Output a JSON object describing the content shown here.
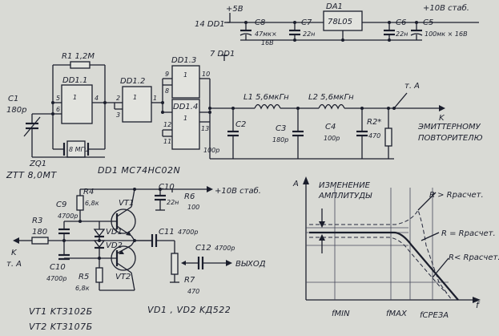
{
  "power": {
    "plus5": "+5B",
    "ref_14": "14 DD1",
    "c8": "C8",
    "c8_val": "47мк×",
    "c8_v": "16B",
    "c7": "C7",
    "c7_val": "22н",
    "da1": "DA1",
    "reg": "78L05",
    "out": "+10B стаб.",
    "c6": "C6",
    "c6_val": "22н",
    "c5": "C5",
    "c5_val": "100мк × 16B",
    "ref_7": "7 DD1"
  },
  "osc": {
    "r1": "R1 1,2M",
    "dd11": "DD1.1",
    "dd12": "DD1.2",
    "dd13": "DD1.3",
    "dd14": "DD1.4",
    "c1": "C1",
    "c1_val": "180p",
    "zq1": "ZQ1",
    "xtal": "8 МГц",
    "xtal_type": "ZTT 8,0MT",
    "dd1_type": "DD1 MC74HC02N",
    "one": "1",
    "pins": [
      "5",
      "6",
      "4",
      "2",
      "3",
      "1",
      "9",
      "8",
      "10",
      "12",
      "11",
      "13"
    ]
  },
  "filter": {
    "l1": "L1 5,6мкГн",
    "l2": "L2 5,6мкГн",
    "c2": "C2",
    "c2_val": "100p",
    "c3": "C3",
    "c3_val": "180p",
    "c4": "C4",
    "c4_val": "100p",
    "r2": "R2*",
    "r2_val": "470",
    "point": "т. A",
    "k": "K",
    "note1": "ЭМИТТЕРНОМУ",
    "note2": "ПОВТОРИТЕЛЮ"
  },
  "follower": {
    "r4": "R4",
    "r4_val": "6,8к",
    "c9": "C9",
    "c9_val": "4700p",
    "vt1": "VT1",
    "vt2": "VT2",
    "c10": "C10",
    "c10_val": "22н",
    "r6": "R6",
    "r6_val": "100",
    "supply": "+10B стаб.",
    "r3": "R3",
    "r3_val": "180",
    "k": "K",
    "point": "т. A",
    "vd1": "VD1",
    "vd2": "VD2",
    "c11": "C11",
    "c11_val": "4700p",
    "c12": "C12",
    "c12_val": "4700p",
    "out": "ВЫХОД",
    "r7": "R7",
    "r7_val": "470",
    "c10b": "C10",
    "c10b_val": "4700p",
    "r5": "R5",
    "r5_val": "6,8к"
  },
  "parts": {
    "vt1": "VT1  KT3102Б",
    "vt2": "VT2  KT3107Б",
    "vd": "VD1 , VD2   KД522"
  },
  "graph": {
    "y_axis": "A",
    "x_axis": "f",
    "change1": "ИЗМЕНЕНИЕ",
    "change2": "АМПЛИТУДЫ",
    "curve_hi": "R > Rрасчет.",
    "curve_eq": "R = Rрасчет.",
    "curve_lo": "R< Rрасчет.",
    "fmin": "fMIN",
    "fmax": "fMAX",
    "fcut": "fСРЕЗА"
  }
}
